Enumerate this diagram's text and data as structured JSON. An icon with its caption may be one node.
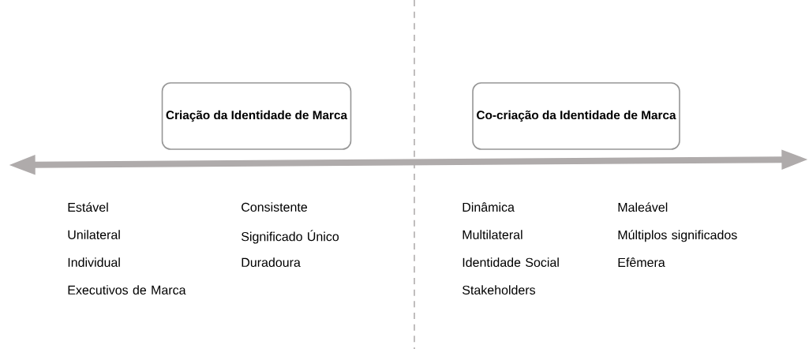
{
  "diagram": {
    "nodes": [
      {
        "text": [
          "Criação da Identidade de Marca"
        ]
      },
      {
        "text": [
          "Co-criação da Identidade de Marca"
        ]
      }
    ],
    "edges": [],
    "labels": [
      "Estável",
      "Consistente",
      "Unilateral",
      "Significado Único",
      "Individual",
      "Duradoura",
      "Executivos de Marca",
      "Dinâmica",
      "Maleável",
      "Multilateral",
      "Múltiplos significados",
      "Identidade Social",
      "Efêmera",
      "Stakeholders"
    ]
  }
}
